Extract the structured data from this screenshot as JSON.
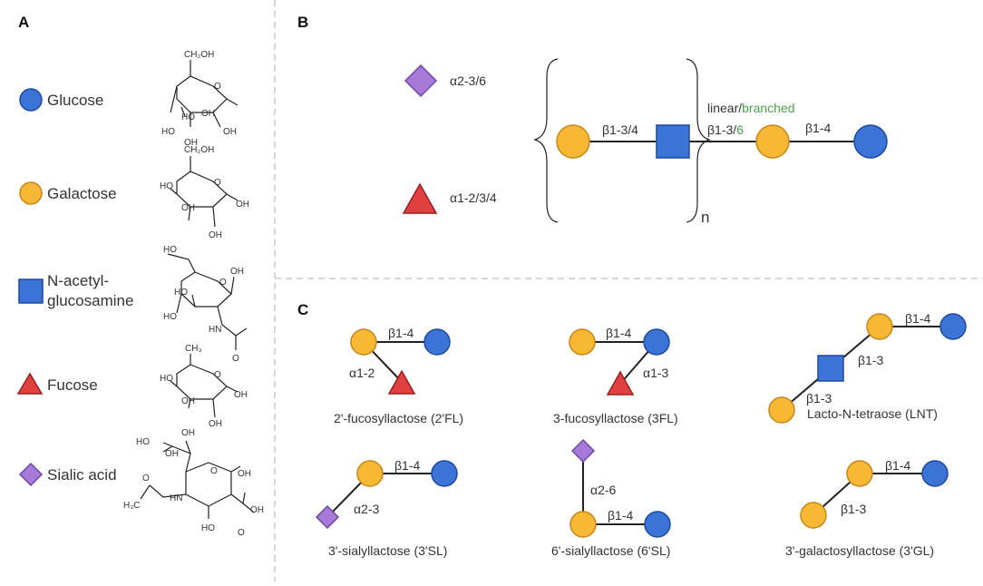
{
  "panels": {
    "a": "A",
    "b": "B",
    "c": "C"
  },
  "legend": [
    {
      "key": "glucose",
      "label": "Glucose",
      "symbol": "circle",
      "color": "#3b74d6"
    },
    {
      "key": "galactose",
      "label": "Galactose",
      "symbol": "circle",
      "color": "#f7b934"
    },
    {
      "key": "glcnac",
      "label_line1": "N-acetyl-",
      "label_line2": "glucosamine",
      "symbol": "square",
      "color": "#3b74d6"
    },
    {
      "key": "fucose",
      "label": "Fucose",
      "symbol": "triangle",
      "color": "#e04040"
    },
    {
      "key": "sialic",
      "label": "Sialic acid",
      "symbol": "diamond",
      "color": "#a779d9"
    }
  ],
  "structures": {
    "glucose": [
      "CH₂OH",
      "O",
      "HO",
      "OH",
      "HO",
      "OH",
      "OH"
    ],
    "galactose": [
      "CH₂OH",
      "HO",
      "O",
      "OH",
      "OH",
      "OH"
    ],
    "glcnac": [
      "HO",
      "O",
      "OH",
      "HO",
      "HO",
      "HN",
      "O"
    ],
    "fucose": [
      "CH₃",
      "O",
      "HO",
      "OH",
      "OH",
      "OH"
    ],
    "sialic": [
      "HO",
      "OH",
      "OH",
      "HN",
      "O",
      "OH",
      "H₃C",
      "O",
      "HO",
      "OH",
      "O"
    ]
  },
  "panel_b": {
    "sialic_link": "α2-3/6",
    "fucose_link": "α1-2/3/4",
    "link_gal_glcnac": "β1-3/4",
    "linear": "linear/",
    "branched": "branched",
    "link_glcnac_gal_a": "β1-3/",
    "link_glcnac_gal_b": "6",
    "link_gal_glc": "β1-4",
    "repeat": "n",
    "green": "#4aa343"
  },
  "panel_c": {
    "fl2": {
      "name": "2'-fucosyllactose (2'FL)",
      "l1": "β1-4",
      "l2": "α1-2"
    },
    "fl3": {
      "name": "3-fucosyllactose (3FL)",
      "l1": "β1-4",
      "l2": "α1-3"
    },
    "lnt": {
      "name": "Lacto-N-tetraose (LNT)",
      "l1": "β1-4",
      "l2": "β1-3",
      "l3": "β1-3"
    },
    "sl3": {
      "name": "3'-sialyllactose (3'SL)",
      "l1": "β1-4",
      "l2": "α2-3"
    },
    "sl6": {
      "name": "6'-sialyllactose (6'SL)",
      "l1": "α2-6",
      "l2": "β1-4"
    },
    "gl3": {
      "name": "3'-galactosyllactose (3'GL)",
      "l1": "β1-4",
      "l2": "β1-3"
    }
  }
}
